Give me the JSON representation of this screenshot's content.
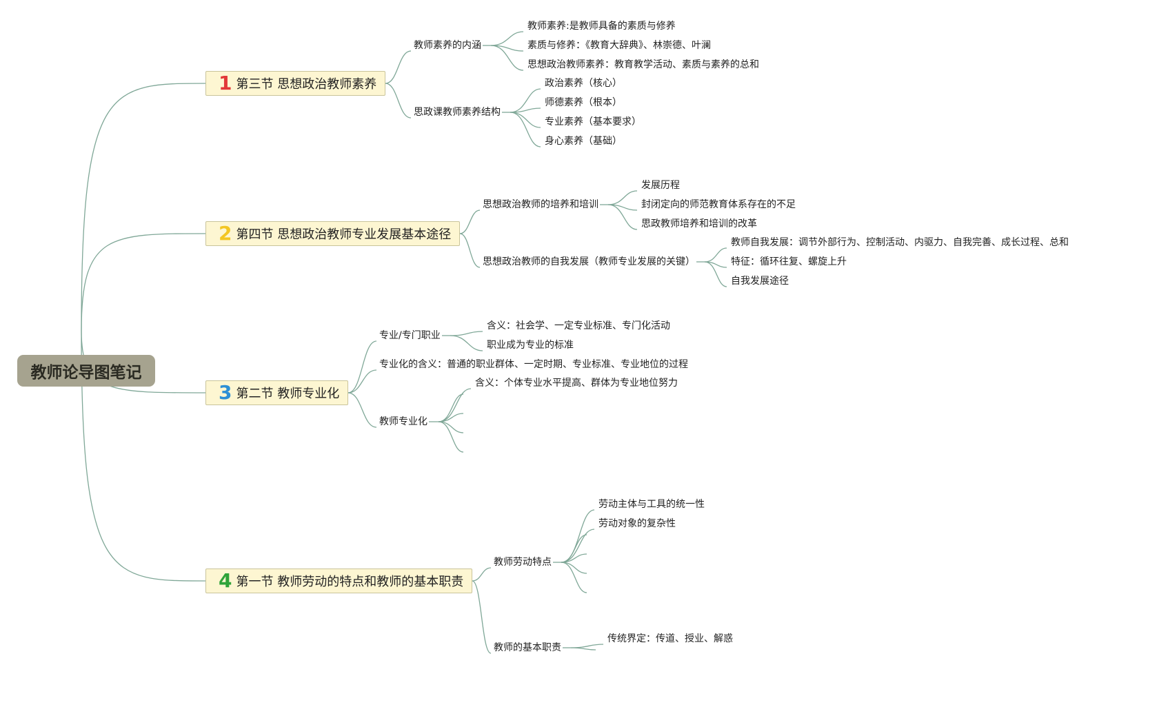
{
  "root": {
    "label": "教师论导图笔记"
  },
  "sections": [
    {
      "number": "1",
      "number_color": "#e23838",
      "label": "第三节 思想政治教师素养",
      "children": [
        {
          "label": "教师素养的内涵",
          "children": [
            "教师素养:是教师具备的素质与修养",
            "素质与修养：《教育大辞典》、林崇德、叶澜",
            "思想政治教师素养：教育教学活动、素质与素养的总和"
          ]
        },
        {
          "label": "思政课教师素养结构",
          "children": [
            "政治素养（核心）",
            "师德素养（根本）",
            "专业素养（基本要求）",
            "身心素养（基础）"
          ]
        }
      ]
    },
    {
      "number": "2",
      "number_color": "#f3c623",
      "label": "第四节 思想政治教师专业发展基本途径",
      "children": [
        {
          "label": "思想政治教师的培养和培训",
          "children": [
            "发展历程",
            "封闭定向的师范教育体系存在的不足",
            "思政教师培养和培训的改革"
          ]
        },
        {
          "label": "思想政治教师的自我发展（教师专业发展的关键）",
          "children": [
            "教师自我发展：调节外部行为、控制活动、内驱力、自我完善、成长过程、总和",
            "特征：循环往复、螺旋上升",
            "自我发展途径"
          ]
        }
      ]
    },
    {
      "number": "3",
      "number_color": "#2d8fd5",
      "label": "第二节 教师专业化",
      "children": [
        {
          "label": "专业/专门职业",
          "children": [
            "含义：社会学、一定专业标准、专门化活动",
            "职业成为专业的标准"
          ]
        },
        {
          "label": "专业化的含义：普通的职业群体、一定时期、专业标准、专业地位的过程",
          "children": []
        },
        {
          "label": "教师专业化",
          "children": [
            "含义：个体专业水平提高、群体为专业地位努力",
            "",
            "",
            "",
            ""
          ]
        }
      ]
    },
    {
      "number": "4",
      "number_color": "#2fa33a",
      "label": "第一节 教师劳动的特点和教师的基本职责",
      "children": [
        {
          "label": "教师劳动特点",
          "children": [
            "劳动主体与工具的统一性",
            "劳动对象的复杂性",
            "",
            "",
            "",
            ""
          ]
        },
        {
          "label": "教师的基本职责",
          "children": [
            "传统界定：传道、授业、解惑",
            ""
          ]
        }
      ]
    }
  ]
}
